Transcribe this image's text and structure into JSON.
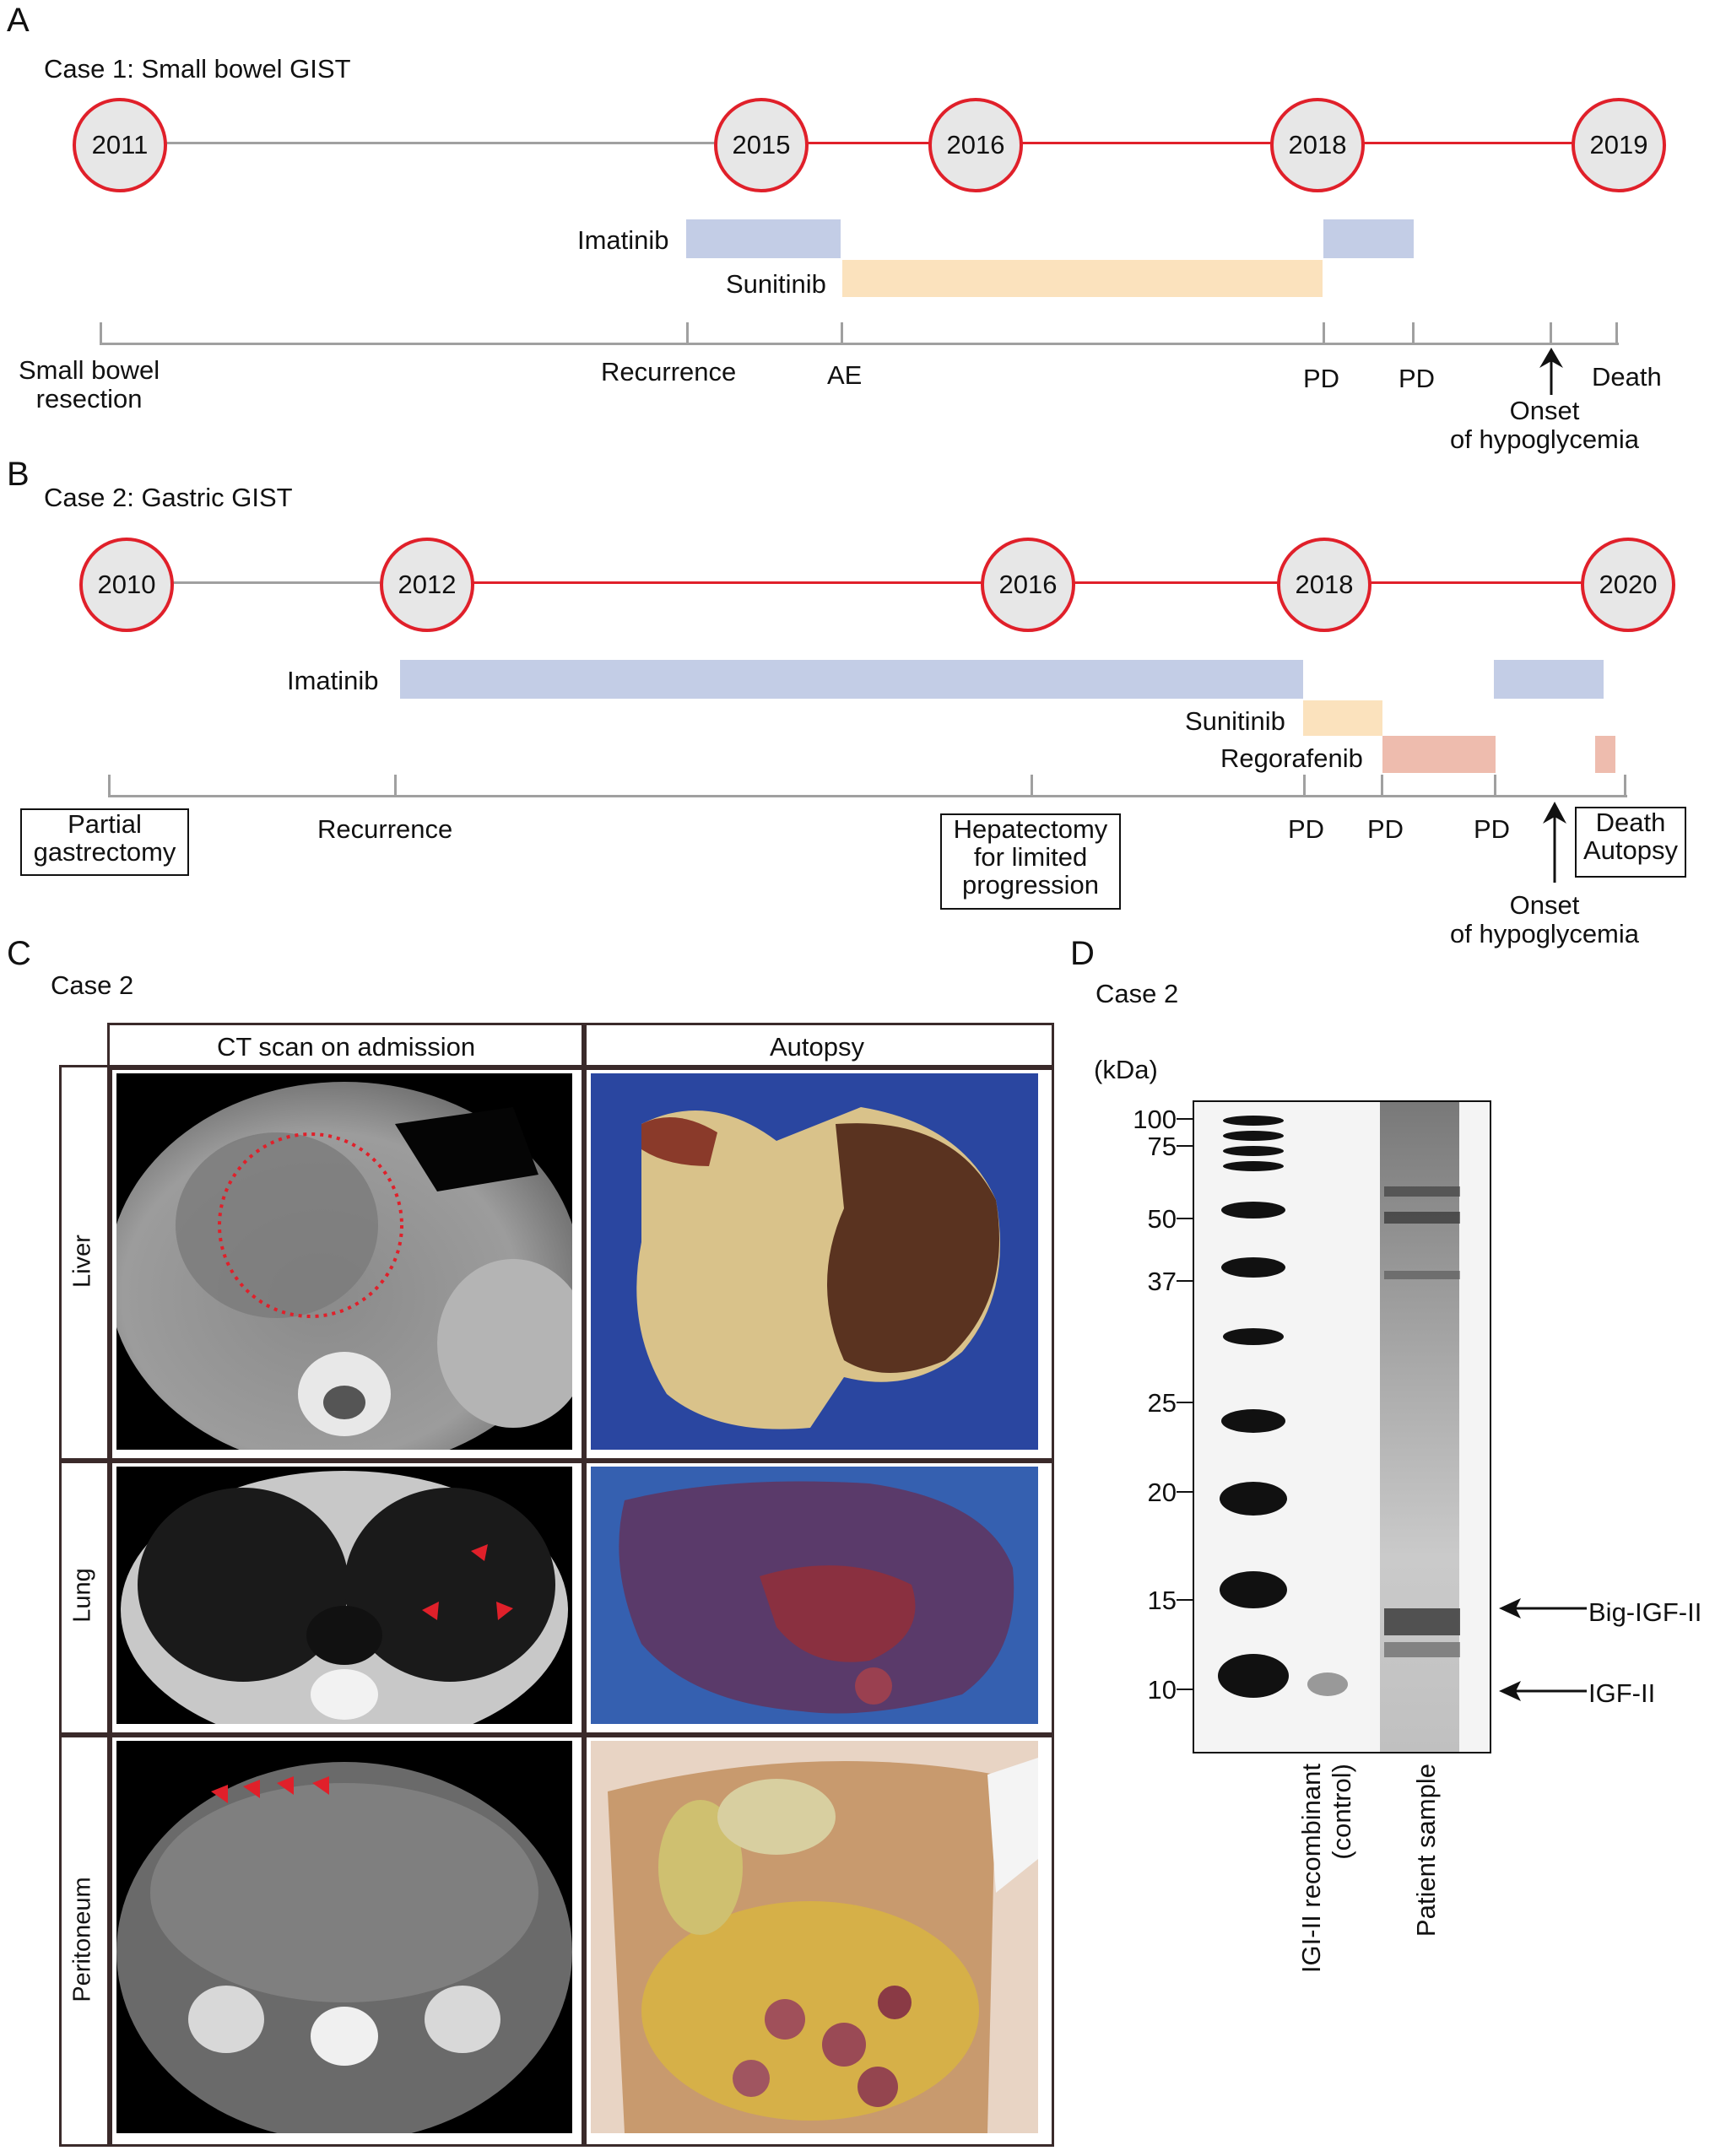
{
  "panelA": {
    "letter": "A",
    "title": "Case 1: Small bowel GIST",
    "years": [
      "2011",
      "2015",
      "2016",
      "2018",
      "2019"
    ],
    "drugs": {
      "imatinib": "Imatinib",
      "sunitinib": "Sunitinib"
    },
    "events": {
      "resection": "Small bowel\nresection",
      "recurrence": "Recurrence",
      "ae": "AE",
      "pd1": "PD",
      "pd2": "PD",
      "death": "Death",
      "onset": "Onset\nof hypoglycemia"
    }
  },
  "panelB": {
    "letter": "B",
    "title": "Case 2: Gastric GIST",
    "years": [
      "2010",
      "2012",
      "2016",
      "2018",
      "2020"
    ],
    "drugs": {
      "imatinib": "Imatinib",
      "sunitinib": "Sunitinib",
      "regorafenib": "Regorafenib"
    },
    "events": {
      "gastrectomy": "Partial\ngastrectomy",
      "recurrence": "Recurrence",
      "hepatectomy": "Hepatectomy\nfor limited\nprogression",
      "pd1": "PD",
      "pd2": "PD",
      "pd3": "PD",
      "onset": "Onset\nof hypoglycemia",
      "death": "Death\nAutopsy"
    }
  },
  "panelC": {
    "letter": "C",
    "case": "Case 2",
    "col1": "CT scan on admission",
    "col2": "Autopsy",
    "rows": [
      "Liver",
      "Lung",
      "Peritoneum"
    ]
  },
  "panelD": {
    "letter": "D",
    "case": "Case 2",
    "unit": "(kDa)",
    "markers": [
      "100",
      "75",
      "50",
      "37",
      "25",
      "20",
      "15",
      "10"
    ],
    "bands": {
      "big": "Big-IGF-II",
      "igf": "IGF-II"
    },
    "lanes": [
      "IGI-II recombinant\n(control)",
      "Patient sample"
    ]
  }
}
